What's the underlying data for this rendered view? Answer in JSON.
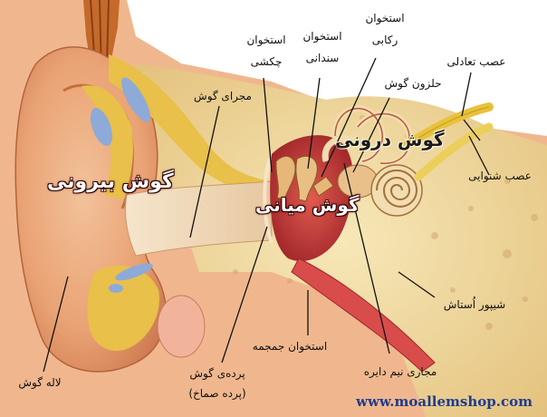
{
  "labels": {
    "malleus_line1": "استخوان",
    "malleus_line2": "چکشی",
    "incus_line1": "استخوان",
    "incus_line2": "سندانی",
    "stapes_line1": "استخوان",
    "stapes_line2": "رکابی",
    "vestibular_nerve": "عصب تعادلی",
    "cochlea": "حلزون گوش",
    "ear_canal": "مجرای گوش",
    "cochlear_nerve": "عصب شنوایی",
    "eustachian_tube": "شیپور اُستاش",
    "temporal_bone": "استخوان جمجمه",
    "semicircular_canals": "مجاری نیم دایره",
    "eardrum_line1": "پرده‌ی گوش",
    "eardrum_line2": "(پرده صماخ)",
    "auricle": "لاله گوش"
  },
  "regions": {
    "outer_ear": "گوش بیرونی",
    "middle_ear": "گوش میانی",
    "inner_ear": "گوش درونی"
  },
  "watermark": "www.moallemshop.com",
  "colors": {
    "skin": "#e9a274",
    "bone": "#f1dca0",
    "fat": "#e8c04a",
    "cavity": "#c23a3a",
    "canal": "#f3e1c4",
    "nerve": "#e8c23a",
    "leader": "#111111",
    "watermark": "#1f3b8f"
  }
}
